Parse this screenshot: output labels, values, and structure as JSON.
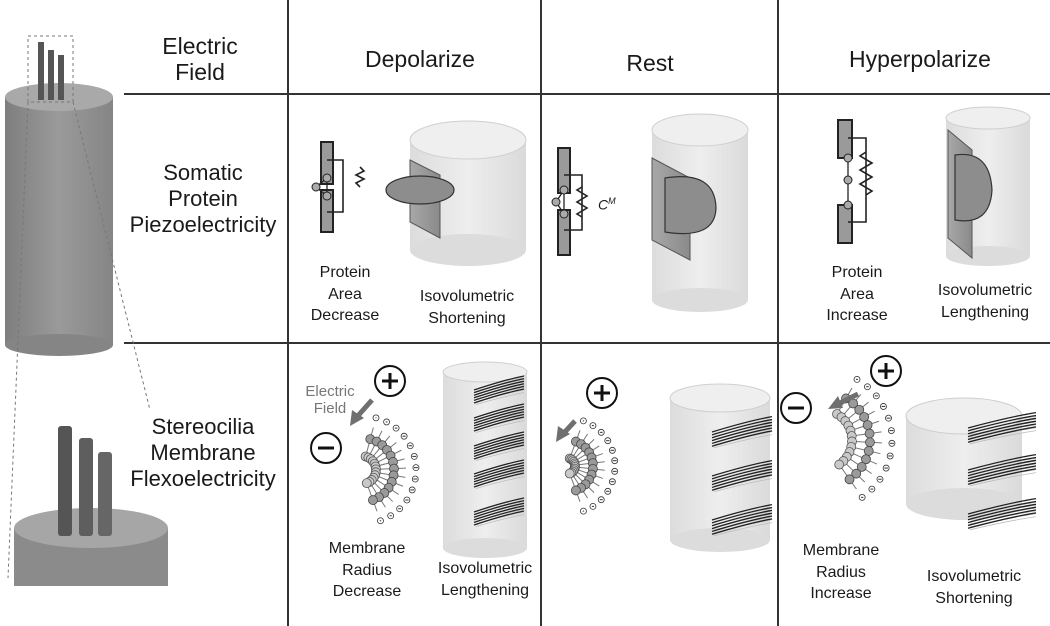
{
  "header": {
    "row_label": "Electric\nField",
    "columns": [
      "Depolarize",
      "Rest",
      "Hyperpolarize"
    ]
  },
  "rows": {
    "somatic": "Somatic\nProtein\nPiezoelectricity",
    "stereocilia": "Stereocilia\nMembrane\nFlexoelectricity"
  },
  "captions": {
    "depol_protein": "Protein\nArea\nDecrease",
    "depol_soma": "Isovolumetric\nShortening",
    "rest_cm": "C",
    "rest_cm_sup": "M",
    "hyper_protein": "Protein\nArea\nIncrease",
    "hyper_soma": "Isovolumetric\nLengthening",
    "depol_field": "Electric\nField",
    "depol_membrane": "Membrane\nRadius\nDecrease",
    "depol_stereo": "Isovolumetric\nLengthening",
    "hyper_membrane": "Membrane\nRadius\nIncrease",
    "hyper_stereo": "Isovolumetric\nShortening"
  },
  "colors": {
    "grid": "#333333",
    "cell_body": "#8c8c8c",
    "light_cylinder": "#e4e4e4",
    "protein": "#999999",
    "field_arrow": "#6f6f6f"
  },
  "icons": [
    "plus-circle-icon",
    "minus-circle-icon"
  ]
}
